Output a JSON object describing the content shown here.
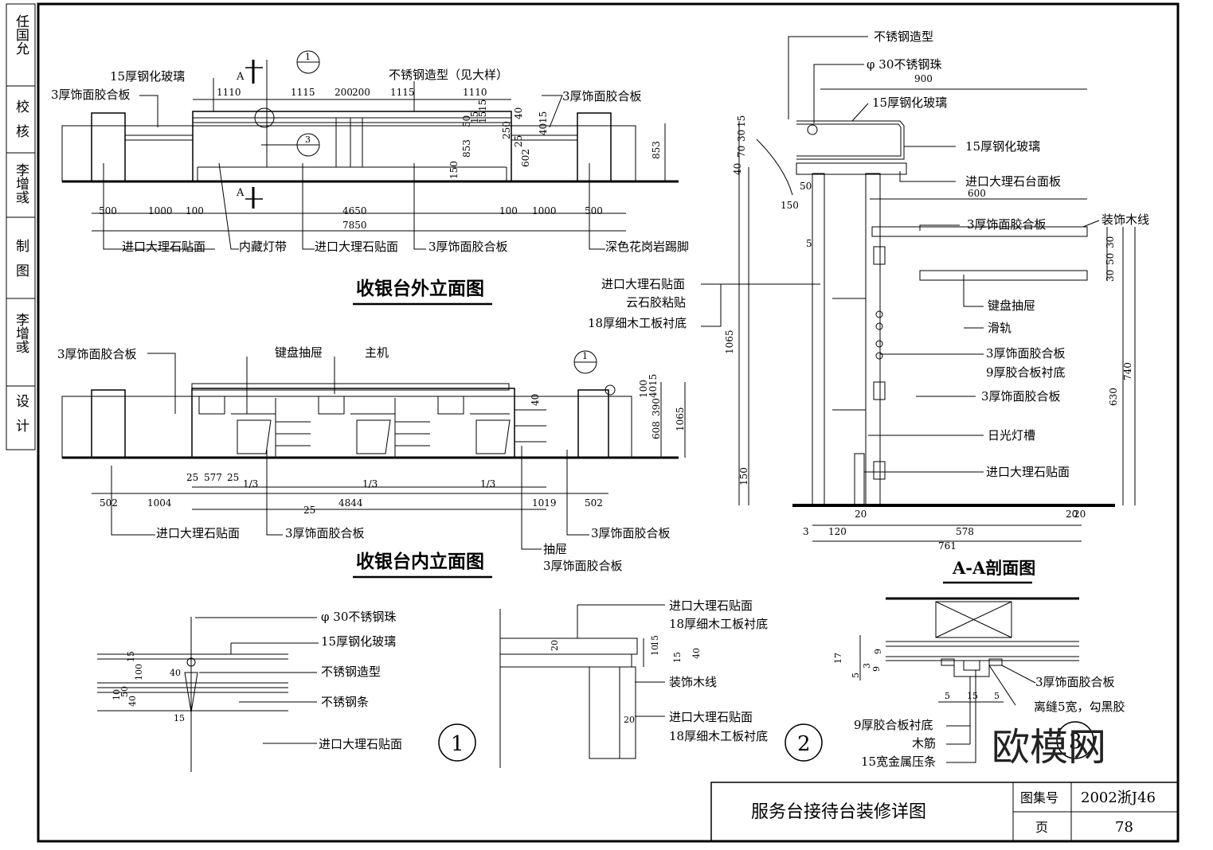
{
  "sidebar": {
    "cells": [
      {
        "name": "sidebar-cell-1",
        "text": "任国允"
      },
      {
        "name": "sidebar-cell-2",
        "text": "校核"
      },
      {
        "name": "sidebar-cell-3",
        "text": "李增彧"
      },
      {
        "name": "sidebar-cell-4",
        "text": "制图"
      },
      {
        "name": "sidebar-cell-5",
        "text": "李增彧"
      },
      {
        "name": "sidebar-cell-6",
        "text": "设计"
      }
    ]
  },
  "titles": {
    "outer_elevation": "收银台外立面图",
    "inner_elevation": "收银台内立面图",
    "section_aa": "A-A剖面图"
  },
  "title_block": {
    "drawing_title": "服务台接待台装修详图",
    "atlas_label": "图集号",
    "atlas_value": "2002浙J46",
    "page_label": "页",
    "page_value": "78"
  },
  "detail_numbers": [
    "1",
    "2",
    "3"
  ],
  "watermark": "欧模网",
  "labels": {
    "oe_l1": "15厚钢化玻璃",
    "oe_l2": "3厚饰面胶合板",
    "oe_l3": "不锈钢造型（见大样）",
    "oe_l4": "3厚饰面胶合板",
    "oe_l5": "进口大理石贴面",
    "oe_l6": "内藏灯带",
    "oe_l7": "进口大理石贴面",
    "oe_l8": "3厚饰面胶合板",
    "oe_l9": "深色花岗岩踢脚",
    "ie_l1": "3厚饰面胶合板",
    "ie_l2": "键盘抽屉",
    "ie_l3": "主机",
    "ie_l4": "进口大理石贴面",
    "ie_l5": "3厚饰面胶合板",
    "ie_l6": "3厚饰面胶合板",
    "ie_l7": "抽屉",
    "ie_l8": "3厚饰面胶合板",
    "aa_l1": "不锈钢造型",
    "aa_l2": "φ 30不锈钢珠",
    "aa_l3": "15厚钢化玻璃",
    "aa_l4": "15厚钢化玻璃",
    "aa_l5": "进口大理石台面板",
    "aa_l6": "3厚饰面胶合板",
    "aa_l7": "装饰木线",
    "aa_l8": "进口大理石贴面",
    "aa_l9": "云石胶粘贴",
    "aa_l10": "18厚细木工板衬底",
    "aa_l11": "键盘抽屉",
    "aa_l12": "滑轨",
    "aa_l13": "3厚饰面胶合板",
    "aa_l14": "9厚胶合板衬底",
    "aa_l15": "3厚饰面胶合板",
    "aa_l16": "日光灯槽",
    "aa_l17": "进口大理石贴面",
    "d1_l1": "φ 30不锈钢珠",
    "d1_l2": "15厚钢化玻璃",
    "d1_l3": "不锈钢造型",
    "d1_l4": "不锈钢条",
    "d1_l5": "进口大理石贴面",
    "d2_l1": "进口大理石贴面",
    "d2_l2": "18厚细木工板衬底",
    "d2_l3": "装饰木线",
    "d2_l4": "进口大理石贴面",
    "d2_l5": "18厚细木工板衬底",
    "d3_l1": "3厚饰面胶合板",
    "d3_l2": "离缝5宽，勾黑胶",
    "d3_l3": "9厚胶合板衬底",
    "d3_l4": "木筋",
    "d3_l5": "15宽金属压条"
  },
  "dims": {
    "oe_top": [
      "1110",
      "1115",
      "200",
      "200",
      "1115",
      "1110"
    ],
    "oe_bottom": [
      "500",
      "1000",
      "100",
      "4650",
      "100",
      "1000",
      "500"
    ],
    "oe_total": "7850",
    "oe_right": "853",
    "oe_inner_v": [
      "853",
      "150",
      "602",
      "250",
      "25",
      "40",
      "50",
      "15",
      "15",
      "40",
      "15",
      "15"
    ],
    "ie_top": [
      "25",
      "577",
      "25",
      "1/3",
      "1/3",
      "1/3"
    ],
    "ie_bottom": [
      "502",
      "1004",
      "4844",
      "1019",
      "502"
    ],
    "ie_sub": "25",
    "ie_right": [
      "100",
      "15",
      "40",
      "390",
      "608",
      "1065"
    ],
    "ie_small": "40",
    "aa_top": "900",
    "aa_600": "600",
    "aa_bottom": [
      "3",
      "120",
      "578",
      "20",
      "20"
    ],
    "aa_total": "761",
    "aa_left": [
      "15",
      "30",
      "70",
      "40",
      "1065",
      "150"
    ],
    "aa_small": [
      "50",
      "150",
      "5",
      "20"
    ],
    "aa_right": [
      "30",
      "50",
      "30",
      "630",
      "740"
    ],
    "d1": [
      "15",
      "100",
      "40",
      "10",
      "50",
      "40",
      "15"
    ],
    "d2": [
      "20",
      "10",
      "15",
      "15",
      "40",
      "20"
    ],
    "d3": [
      "9",
      "17",
      "5",
      "3",
      "9",
      "5",
      "15",
      "5"
    ],
    "markers": [
      "A",
      "A",
      "1",
      "3",
      "1"
    ]
  }
}
